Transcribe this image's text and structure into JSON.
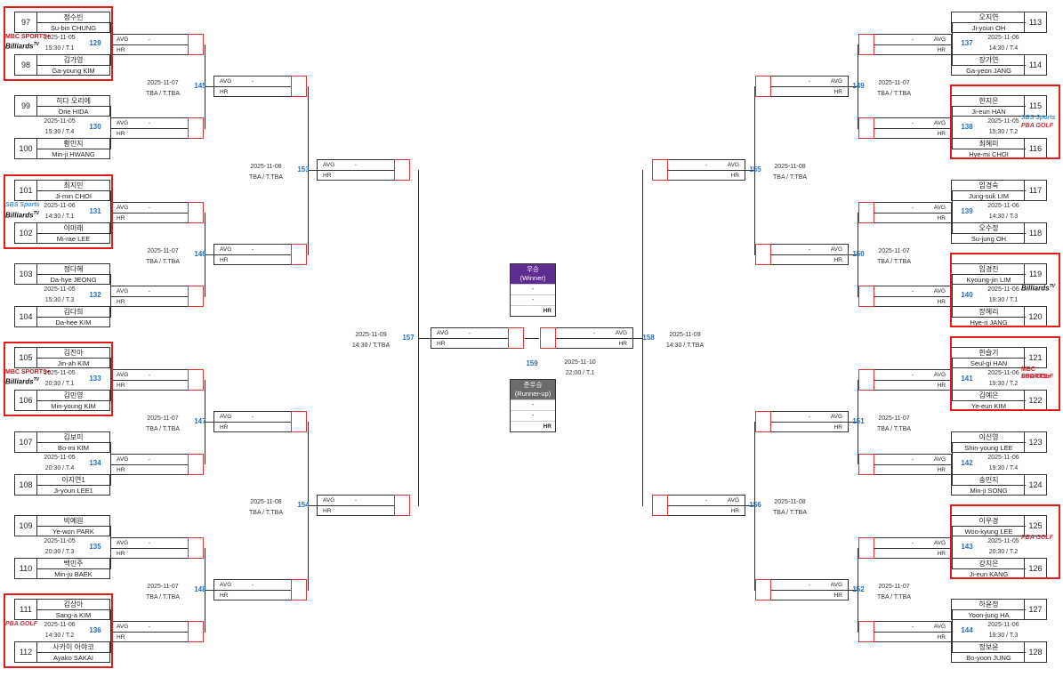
{
  "colors": {
    "accent_blue": "#2d6db5",
    "winner_header": "#5e2d91",
    "runnerup_header": "#6b6b6b",
    "highlight_red": "#e31b1b"
  },
  "labels": {
    "avg": "AVG",
    "hr": "HR",
    "dash": "-"
  },
  "left_r1": [
    {
      "num": "129",
      "date": "2025-11-05",
      "time": "15:30 / T.1",
      "p1": {
        "seed": "97",
        "ko": "정수빈",
        "en": "Su-bin CHUNG"
      },
      "p2": {
        "seed": "98",
        "ko": "김가영",
        "en": "Ga-young KIM"
      }
    },
    {
      "num": "130",
      "date": "2025-11-05",
      "time": "15:30 / T.4",
      "p1": {
        "seed": "99",
        "ko": "히다 오리에",
        "en": "Orie HIDA"
      },
      "p2": {
        "seed": "100",
        "ko": "황민지",
        "en": "Min-ji HWANG"
      }
    },
    {
      "num": "131",
      "date": "2025-11-06",
      "time": "14:30 / T.1",
      "p1": {
        "seed": "101",
        "ko": "최지민",
        "en": "Ji-min CHOI"
      },
      "p2": {
        "seed": "102",
        "ko": "이미래",
        "en": "Mi-rae LEE"
      }
    },
    {
      "num": "132",
      "date": "2025-11-05",
      "time": "15:30 / T.3",
      "p1": {
        "seed": "103",
        "ko": "정다혜",
        "en": "Da-hye JEONG"
      },
      "p2": {
        "seed": "104",
        "ko": "김다희",
        "en": "Da-hee KIM"
      }
    },
    {
      "num": "133",
      "date": "2025-11-05",
      "time": "20:30 / T.1",
      "p1": {
        "seed": "105",
        "ko": "김진아",
        "en": "Jin-ah KIM"
      },
      "p2": {
        "seed": "106",
        "ko": "김민영",
        "en": "Min-young KIM"
      }
    },
    {
      "num": "134",
      "date": "2025-11-05",
      "time": "20:30 / T.4",
      "p1": {
        "seed": "107",
        "ko": "김보미",
        "en": "Bo-mi KIM"
      },
      "p2": {
        "seed": "108",
        "ko": "이지연1",
        "en": "Ji-youn LEE1"
      }
    },
    {
      "num": "135",
      "date": "2025-11-05",
      "time": "20:30 / T.3",
      "p1": {
        "seed": "109",
        "ko": "박예원",
        "en": "Ye-won PARK"
      },
      "p2": {
        "seed": "110",
        "ko": "백민주",
        "en": "Min-ju BAEK"
      }
    },
    {
      "num": "136",
      "date": "2025-11-06",
      "time": "14:30 / T.2",
      "p1": {
        "seed": "111",
        "ko": "김상아",
        "en": "Sang-a KIM"
      },
      "p2": {
        "seed": "112",
        "ko": "사카이 아야코",
        "en": "Ayako SAKAI"
      }
    }
  ],
  "right_r1": [
    {
      "num": "137",
      "date": "2025-11-06",
      "time": "14:30 / T.4",
      "p1": {
        "seed": "113",
        "ko": "오지연",
        "en": "Ji-youn OH"
      },
      "p2": {
        "seed": "114",
        "ko": "장가연",
        "en": "Ga-yeon JANG"
      }
    },
    {
      "num": "138",
      "date": "2025-11-05",
      "time": "15:30 / T.2",
      "p1": {
        "seed": "115",
        "ko": "한지은",
        "en": "Ji-eun HAN"
      },
      "p2": {
        "seed": "116",
        "ko": "최혜미",
        "en": "Hye-mi CHOI"
      }
    },
    {
      "num": "139",
      "date": "2025-11-06",
      "time": "14:30 / T.3",
      "p1": {
        "seed": "117",
        "ko": "임경숙",
        "en": "Jung-suk LIM"
      },
      "p2": {
        "seed": "118",
        "ko": "오수정",
        "en": "Su-jung OH"
      }
    },
    {
      "num": "140",
      "date": "2025-11-06",
      "time": "19:30 / T.1",
      "p1": {
        "seed": "119",
        "ko": "임경진",
        "en": "Kyoung-jin LIM"
      },
      "p2": {
        "seed": "120",
        "ko": "장혜리",
        "en": "Hye-ri JANG"
      }
    },
    {
      "num": "141",
      "date": "2025-11-06",
      "time": "19:30 / T.2",
      "p1": {
        "seed": "121",
        "ko": "한슬기",
        "en": "Seul-gi HAN"
      },
      "p2": {
        "seed": "122",
        "ko": "김예은",
        "en": "Ye-eun KIM"
      }
    },
    {
      "num": "142",
      "date": "2025-11-06",
      "time": "19:30 / T.4",
      "p1": {
        "seed": "123",
        "ko": "이신영",
        "en": "Shin-young LEE"
      },
      "p2": {
        "seed": "124",
        "ko": "송민지",
        "en": "Min-ji SONG"
      }
    },
    {
      "num": "143",
      "date": "2025-11-05",
      "time": "20:30 / T.2",
      "p1": {
        "seed": "125",
        "ko": "이우경",
        "en": "Woo-kyung LEE"
      },
      "p2": {
        "seed": "126",
        "ko": "강지은",
        "en": "Ji-eun KANG"
      }
    },
    {
      "num": "144",
      "date": "2025-11-06",
      "time": "19:30 / T.3",
      "p1": {
        "seed": "127",
        "ko": "하윤정",
        "en": "Yoon-jung HA"
      },
      "p2": {
        "seed": "128",
        "ko": "정보윤",
        "en": "Bo-yoon JUNG"
      }
    }
  ],
  "left_r2": [
    {
      "num": "145",
      "date": "2025-11-07",
      "time": "TBA / T.TBA"
    },
    {
      "num": "146",
      "date": "2025-11-07",
      "time": "TBA / T.TBA"
    },
    {
      "num": "147",
      "date": "2025-11-07",
      "time": "TBA / T.TBA"
    },
    {
      "num": "148",
      "date": "2025-11-07",
      "time": "TBA / T.TBA"
    }
  ],
  "right_r2": [
    {
      "num": "149",
      "date": "2025-11-07",
      "time": "TBA / T.TBA"
    },
    {
      "num": "150",
      "date": "2025-11-07",
      "time": "TBA / T.TBA"
    },
    {
      "num": "151",
      "date": "2025-11-07",
      "time": "TBA / T.TBA"
    },
    {
      "num": "152",
      "date": "2025-11-07",
      "time": "TBA / T.TBA"
    }
  ],
  "left_r3": [
    {
      "num": "153",
      "date": "2025-11-08",
      "time": "TBA / T.TBA"
    },
    {
      "num": "154",
      "date": "2025-11-08",
      "time": "TBA / T.TBA"
    }
  ],
  "right_r3": [
    {
      "num": "155",
      "date": "2025-11-08",
      "time": "TBA / T.TBA"
    },
    {
      "num": "156",
      "date": "2025-11-08",
      "time": "TBA / T.TBA"
    }
  ],
  "left_sf": {
    "num": "157",
    "date": "2025-11-09",
    "time": "14:30 / T.TBA"
  },
  "right_sf": {
    "num": "158",
    "date": "2025-11-09",
    "time": "14:30 / T.TBA"
  },
  "final": {
    "num": "159",
    "date": "2025-11-10",
    "time": "22:00 / T.1"
  },
  "winner": {
    "title": "우승",
    "subtitle": "(Winner)",
    "line1": "-",
    "line2": "-",
    "hr": "HR"
  },
  "runnerup": {
    "title": "준우승",
    "subtitle": "(Runner-up)",
    "line1": "-",
    "line2": "-",
    "hr": "HR"
  },
  "broadcasters": {
    "mbc": "MBC SPORTS+",
    "billiards": "Billiards",
    "billiards_tv": "TV",
    "sbs": "SBS Sports",
    "pba": "PBA GOLF"
  },
  "logos_left": [
    [
      "mbc",
      "billiards"
    ],
    [],
    [
      "sbs",
      "billiards"
    ],
    [],
    [
      "mbc",
      "billiards"
    ],
    [],
    [],
    [
      "pba"
    ]
  ],
  "logos_right": [
    [],
    [
      "sbs",
      "pba"
    ],
    [],
    [
      "billiards"
    ],
    [
      "mbc",
      "pba"
    ],
    [],
    [
      "pba"
    ],
    []
  ],
  "highlight_left": [
    0,
    2,
    4,
    7
  ],
  "highlight_right": [
    1,
    3,
    4,
    6
  ]
}
